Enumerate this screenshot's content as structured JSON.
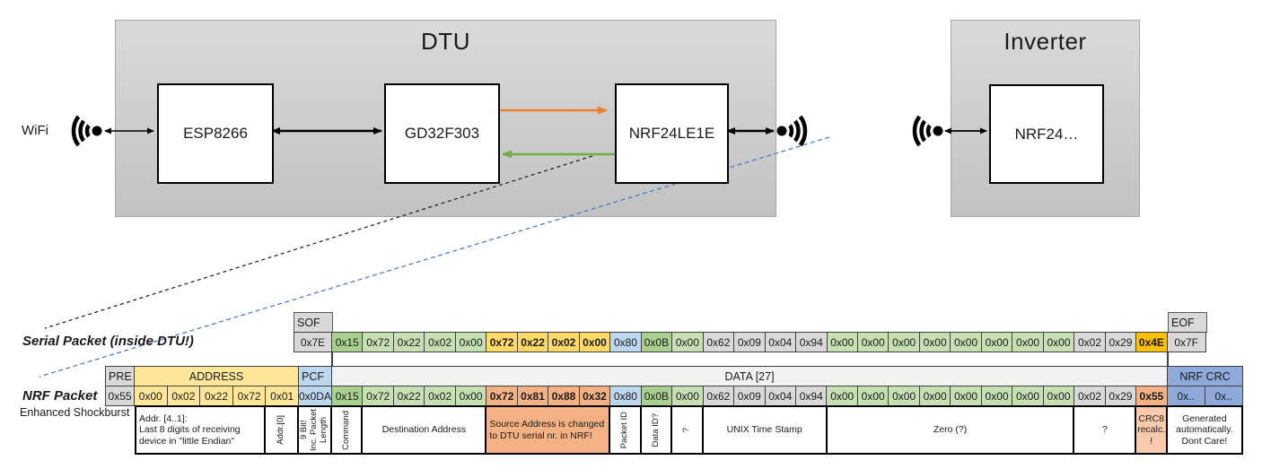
{
  "palette": {
    "green_dark": "#A9D08E",
    "green": "#C6E0B4",
    "gold": "#FFD966",
    "amber": "#FFC000",
    "blue": "#BDD7EE",
    "gray": "#D9D9D9",
    "yellow": "#FFE699",
    "salmon": "#F4B183",
    "salmon_light": "#F8CBAD",
    "crc_blue": "#8EAADB",
    "header_light": "#F2F2F2",
    "arrow_orange": "#ED7D31",
    "arrow_green": "#70AD47",
    "dashed_blue": "#4472C4"
  },
  "diagram": {
    "wifi_label": "WiFi",
    "dtu": {
      "title": "DTU",
      "chips": [
        {
          "label": "ESP8266"
        },
        {
          "label": "GD32F303"
        },
        {
          "label": "NRF24LE1E"
        }
      ]
    },
    "inverter": {
      "title": "Inverter",
      "chips": [
        {
          "label": "NRF24…"
        }
      ]
    }
  },
  "serial_packet": {
    "label": "Serial Packet (inside DTU!)",
    "sof_header": "SOF",
    "sof_value": "0x7E",
    "eof_header": "EOF",
    "eof_value": "0x7F",
    "bytes": [
      {
        "v": "0x15",
        "c": "green_dark"
      },
      {
        "v": "0x72",
        "c": "green"
      },
      {
        "v": "0x22",
        "c": "green"
      },
      {
        "v": "0x02",
        "c": "green"
      },
      {
        "v": "0x00",
        "c": "green"
      },
      {
        "v": "0x72",
        "c": "gold",
        "b": true
      },
      {
        "v": "0x22",
        "c": "gold",
        "b": true
      },
      {
        "v": "0x02",
        "c": "gold",
        "b": true
      },
      {
        "v": "0x00",
        "c": "gold",
        "b": true
      },
      {
        "v": "0x80",
        "c": "blue"
      },
      {
        "v": "0x0B",
        "c": "green_dark"
      },
      {
        "v": "0x00",
        "c": "green"
      },
      {
        "v": "0x62",
        "c": "gray"
      },
      {
        "v": "0x09",
        "c": "gray"
      },
      {
        "v": "0x04",
        "c": "gray"
      },
      {
        "v": "0x94",
        "c": "gray"
      },
      {
        "v": "0x00",
        "c": "green"
      },
      {
        "v": "0x00",
        "c": "green"
      },
      {
        "v": "0x00",
        "c": "green"
      },
      {
        "v": "0x00",
        "c": "green"
      },
      {
        "v": "0x00",
        "c": "green"
      },
      {
        "v": "0x00",
        "c": "green"
      },
      {
        "v": "0x00",
        "c": "green"
      },
      {
        "v": "0x00",
        "c": "green"
      },
      {
        "v": "0x02",
        "c": "gray"
      },
      {
        "v": "0x29",
        "c": "gray"
      },
      {
        "v": "0x4E",
        "c": "amber",
        "b": true
      }
    ]
  },
  "nrf_packet": {
    "label": "NRF Packet",
    "sublabel": "Enhanced Shockburst",
    "headers": [
      {
        "label": "PRE",
        "sec": "pre",
        "span": 1,
        "c": "gray"
      },
      {
        "label": "ADDRESS",
        "sec": "addr",
        "span": 5,
        "c": "yellow"
      },
      {
        "label": "PCF",
        "sec": "pcf",
        "span": 1,
        "c": "blue"
      },
      {
        "label": "DATA [27]",
        "sec": "data",
        "span": 27,
        "c": "header_light"
      },
      {
        "label": "NRF CRC",
        "sec": "crc",
        "span": 2,
        "c": "crc_blue"
      }
    ],
    "pre": {
      "v": "0x55",
      "c": "gray"
    },
    "address": [
      {
        "v": "0x00",
        "c": "yellow"
      },
      {
        "v": "0x02",
        "c": "yellow"
      },
      {
        "v": "0x22",
        "c": "yellow"
      },
      {
        "v": "0x72",
        "c": "yellow"
      },
      {
        "v": "0x01",
        "c": "yellow"
      }
    ],
    "pcf": {
      "v": "0x0DA",
      "c": "blue"
    },
    "data": [
      {
        "v": "0x15",
        "c": "green_dark"
      },
      {
        "v": "0x72",
        "c": "green"
      },
      {
        "v": "0x22",
        "c": "green"
      },
      {
        "v": "0x02",
        "c": "green"
      },
      {
        "v": "0x00",
        "c": "green"
      },
      {
        "v": "0x72",
        "c": "salmon",
        "b": true
      },
      {
        "v": "0x81",
        "c": "salmon",
        "b": true
      },
      {
        "v": "0x88",
        "c": "salmon",
        "b": true
      },
      {
        "v": "0x32",
        "c": "salmon",
        "b": true
      },
      {
        "v": "0x80",
        "c": "blue"
      },
      {
        "v": "0x0B",
        "c": "green_dark"
      },
      {
        "v": "0x00",
        "c": "green"
      },
      {
        "v": "0x62",
        "c": "gray"
      },
      {
        "v": "0x09",
        "c": "gray"
      },
      {
        "v": "0x04",
        "c": "gray"
      },
      {
        "v": "0x94",
        "c": "gray"
      },
      {
        "v": "0x00",
        "c": "green"
      },
      {
        "v": "0x00",
        "c": "green"
      },
      {
        "v": "0x00",
        "c": "green"
      },
      {
        "v": "0x00",
        "c": "green"
      },
      {
        "v": "0x00",
        "c": "green"
      },
      {
        "v": "0x00",
        "c": "green"
      },
      {
        "v": "0x00",
        "c": "green"
      },
      {
        "v": "0x00",
        "c": "green"
      },
      {
        "v": "0x02",
        "c": "gray"
      },
      {
        "v": "0x29",
        "c": "gray"
      },
      {
        "v": "0x55",
        "c": "salmon",
        "b": true
      }
    ],
    "crc": [
      {
        "v": "0x..",
        "c": "crc_blue"
      },
      {
        "v": "0x..",
        "c": "crc_blue"
      }
    ],
    "annotations": [
      {
        "text": "Addr. [4..1]:\nLast 8 digits of receiving device in \"little Endian\"",
        "sec": "addr",
        "span": 4,
        "align": "left"
      },
      {
        "text": "Addr.[0]",
        "sec": "addr",
        "span": 1,
        "rotate": true
      },
      {
        "text": "9 Bit!\nInc. Packet\nLength",
        "sec": "pcf",
        "span": 1,
        "rotate": true
      },
      {
        "text": "Command",
        "sec": "data",
        "span": 1,
        "rotate": true
      },
      {
        "text": "Destination Address",
        "sec": "data",
        "span": 4
      },
      {
        "text": "Source Address is changed to DTU serial nr. in NRF!",
        "sec": "data",
        "span": 4,
        "bg": "salmon",
        "align": "left"
      },
      {
        "text": "Packet ID",
        "sec": "data",
        "span": 1,
        "rotate": true
      },
      {
        "text": "Data ID?",
        "sec": "data",
        "span": 1,
        "rotate": true
      },
      {
        "text": "?",
        "sec": "data",
        "span": 1,
        "rotate": true
      },
      {
        "text": "UNIX Time Stamp",
        "sec": "data",
        "span": 4
      },
      {
        "text": "Zero (?)",
        "sec": "data",
        "span": 8
      },
      {
        "text": "?",
        "sec": "data",
        "span": 2
      },
      {
        "text": "CRC8 recalc. !",
        "sec": "data",
        "span": 1,
        "bg": "salmon_light"
      },
      {
        "text": "Generated automatically. Dont Care!",
        "sec": "crc",
        "span": 2
      }
    ]
  }
}
